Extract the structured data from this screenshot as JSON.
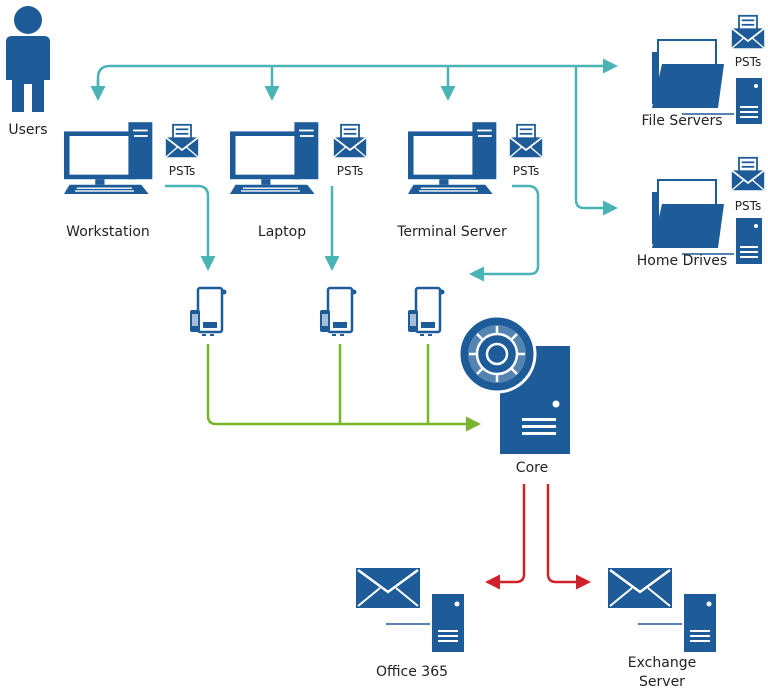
{
  "colors": {
    "primary": "#1e5b99",
    "teal_flow": "#4ab3b3",
    "green_flow": "#7ab32e",
    "red_flow": "#d0202c",
    "text": "#222222",
    "background": "#ffffff"
  },
  "nodes": {
    "users": {
      "label": "Users",
      "icon": "user-icon"
    },
    "workstation": {
      "label": "Workstation",
      "icon": "desktop-computer-icon",
      "pst_label": "PSTs"
    },
    "laptop": {
      "label": "Laptop",
      "icon": "desktop-computer-icon",
      "pst_label": "PSTs"
    },
    "terminal_server": {
      "label": "Terminal Server",
      "icon": "desktop-computer-icon",
      "pst_label": "PSTs"
    },
    "file_servers": {
      "label": "File Servers",
      "icon": "folder-server-icon",
      "pst_label": "PSTs"
    },
    "home_drives": {
      "label": "Home Drives",
      "icon": "folder-server-icon",
      "pst_label": "PSTs"
    },
    "core": {
      "label": "Core",
      "icon": "vault-server-icon"
    },
    "office365": {
      "label": "Office 365",
      "icon": "mail-server-icon"
    },
    "exchange": {
      "label_line1": "Exchange",
      "label_line2": "Server",
      "icon": "mail-server-icon"
    }
  },
  "agents": [
    {
      "icon": "agent-device-icon"
    },
    {
      "icon": "agent-device-icon"
    },
    {
      "icon": "agent-device-icon"
    }
  ]
}
